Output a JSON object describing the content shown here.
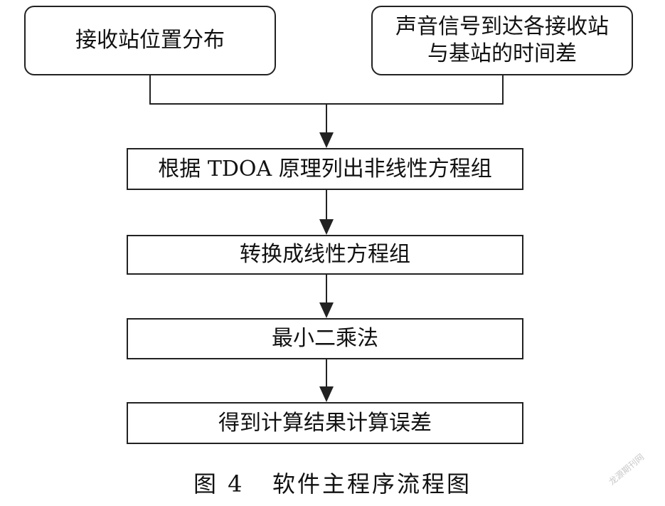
{
  "nodes": {
    "receiver_positions": "接收站位置分布",
    "time_difference_line1": "声音信号到达各接收站",
    "time_difference_line2": "与基站的时间差",
    "nonlinear_equations": "根据 TDOA 原理列出非线性方程组",
    "linear_conversion": "转换成线性方程组",
    "least_squares": "最小二乘法",
    "result_error": "得到计算结果计算误差"
  },
  "caption": {
    "figure_number": "图 4",
    "title": "软件主程序流程图"
  },
  "watermark": "龙源期刊网"
}
